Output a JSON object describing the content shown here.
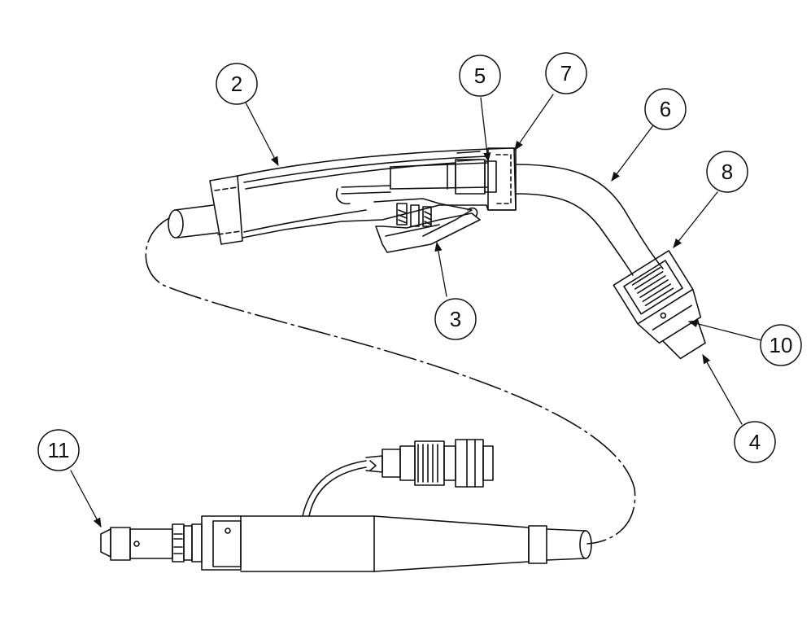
{
  "diagram": {
    "callouts": [
      {
        "id": "c2",
        "label": "2"
      },
      {
        "id": "c3",
        "label": "3"
      },
      {
        "id": "c4",
        "label": "4"
      },
      {
        "id": "c5",
        "label": "5"
      },
      {
        "id": "c6",
        "label": "6"
      },
      {
        "id": "c7",
        "label": "7"
      },
      {
        "id": "c8",
        "label": "8"
      },
      {
        "id": "c10",
        "label": "10"
      },
      {
        "id": "c11",
        "label": "11"
      }
    ],
    "colors": {
      "line": "#111111",
      "background": "#ffffff"
    }
  }
}
